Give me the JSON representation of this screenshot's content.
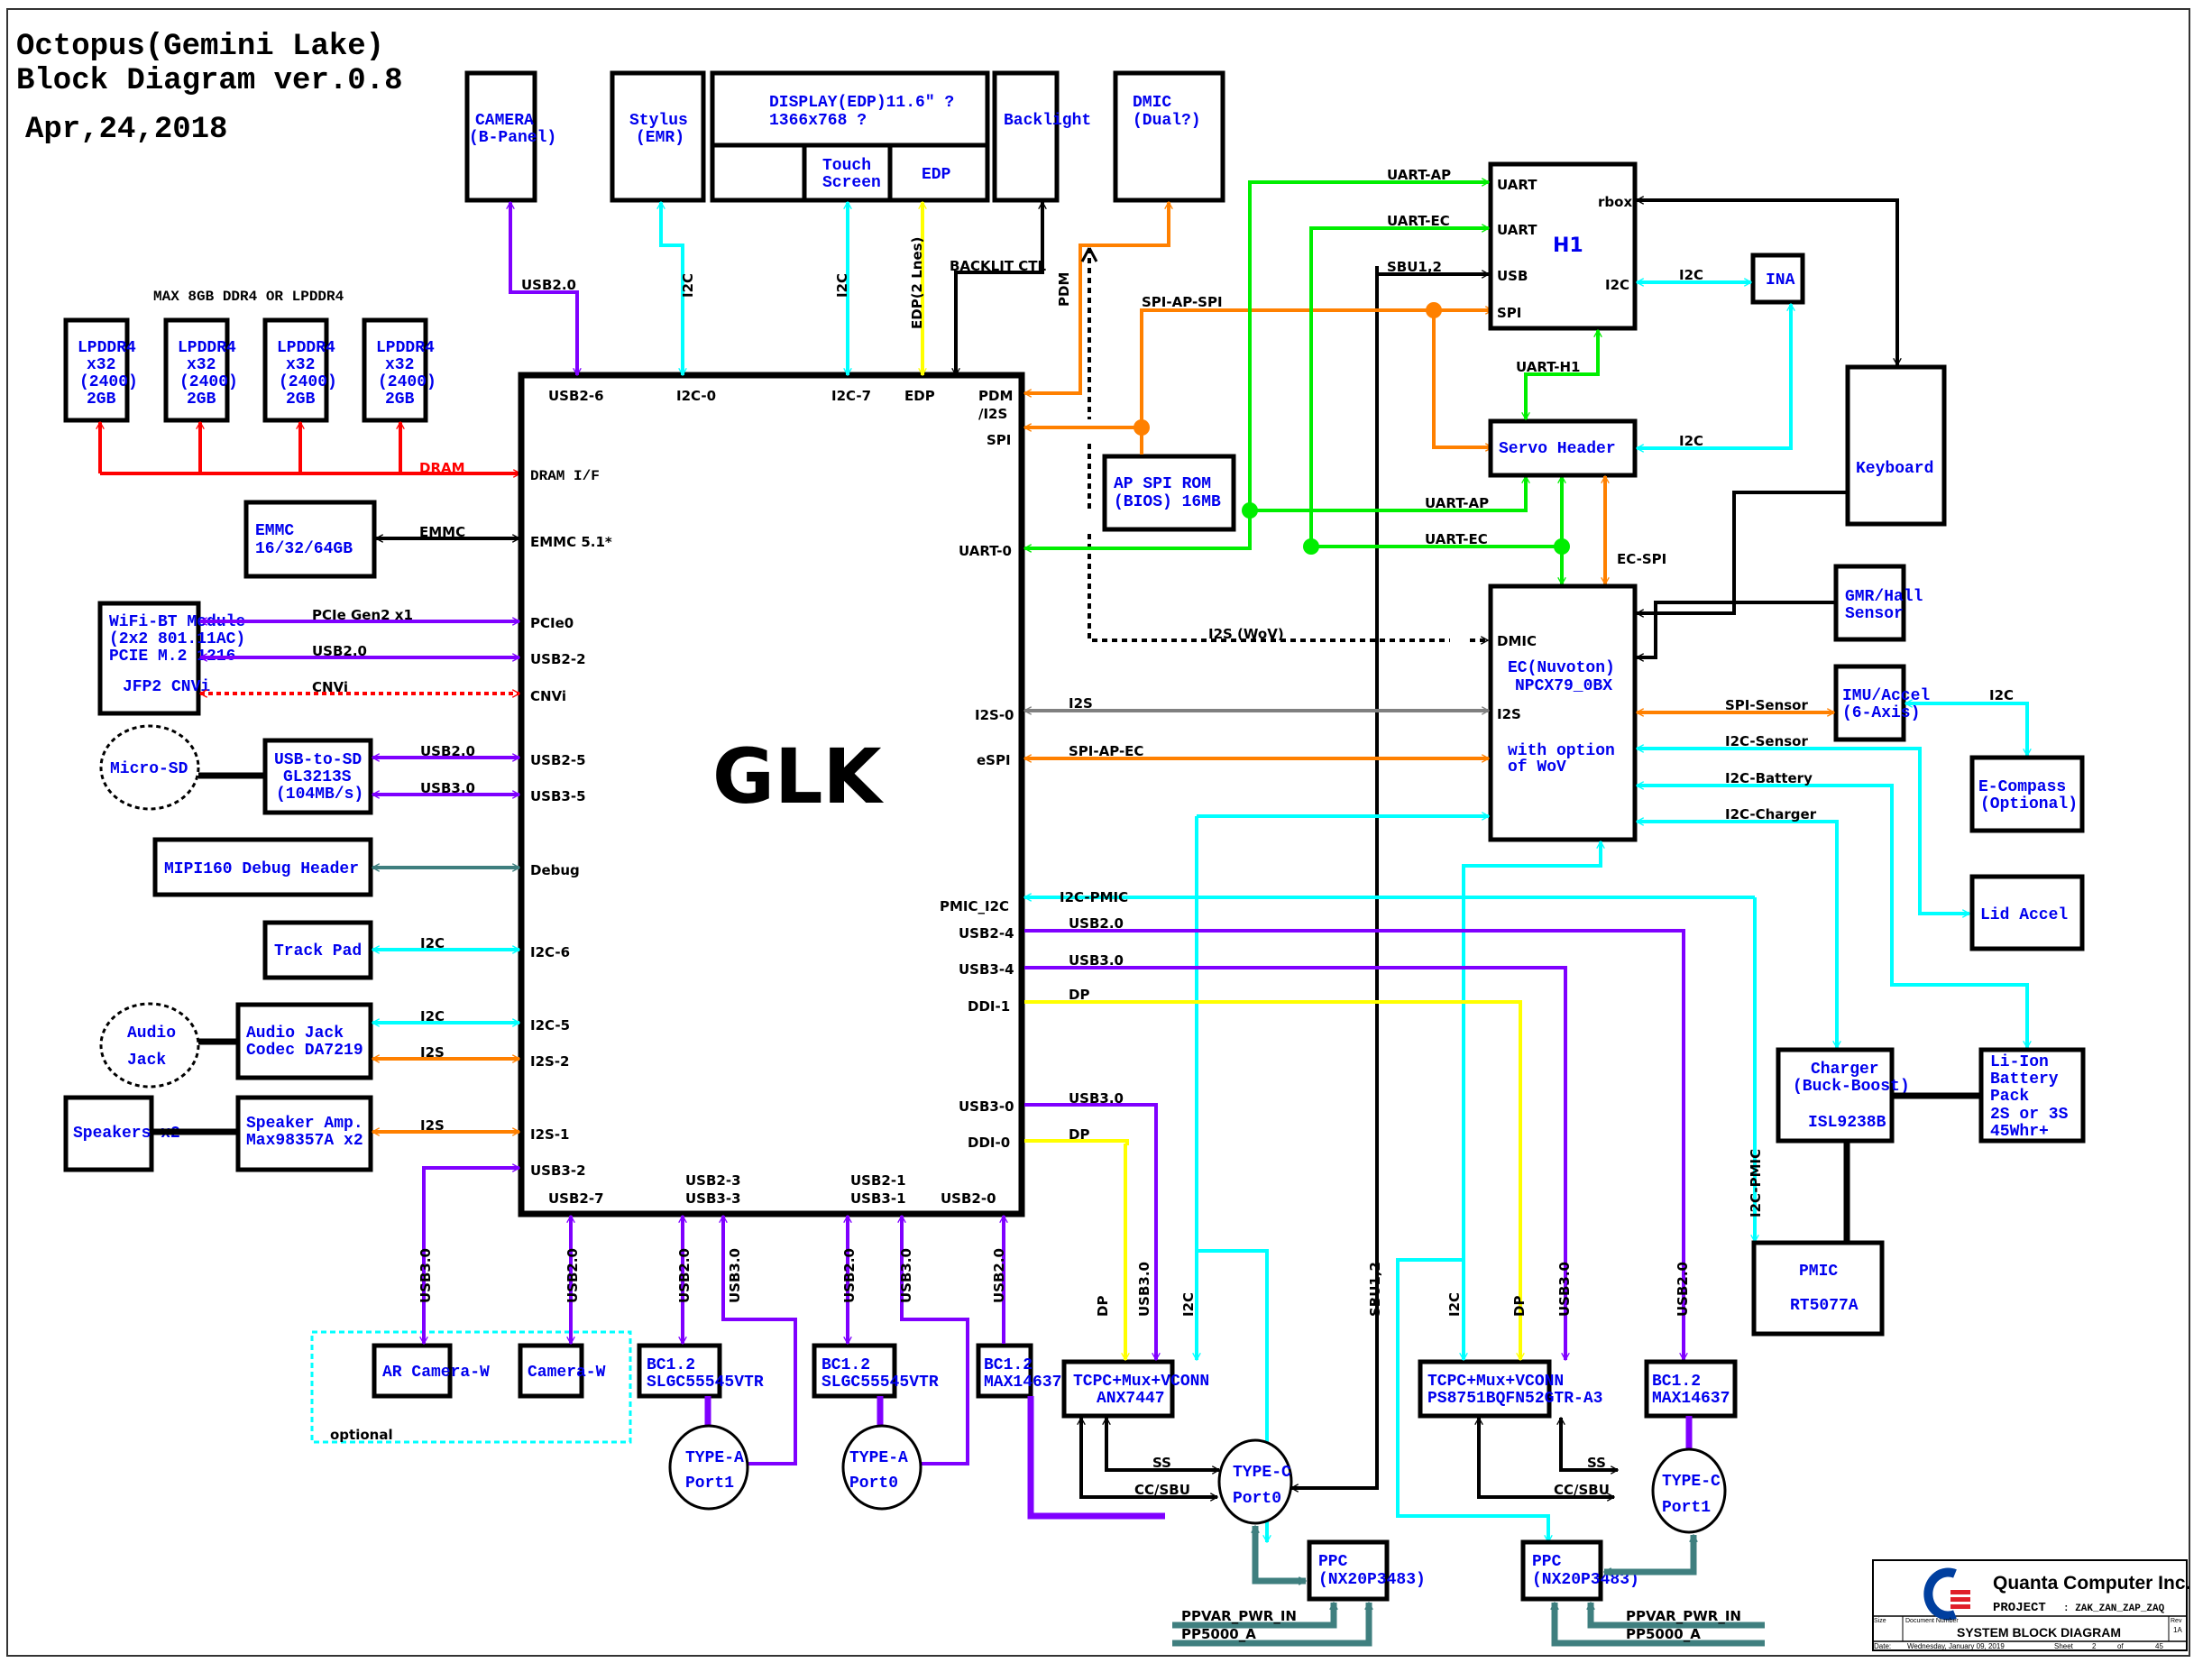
{
  "title": {
    "line1": "Octopus(Gemini Lake)",
    "line2": "Block Diagram ver.0.8",
    "date": "Apr,24,2018"
  },
  "memory": {
    "header": "MAX 8GB DDR4 OR LPDDR4",
    "chips": [
      {
        "l1": "LPDDR4",
        "l2": "x32",
        "l3": "(2400)",
        "l4": "2GB"
      },
      {
        "l1": "LPDDR4",
        "l2": "x32",
        "l3": "(2400)",
        "l4": "2GB"
      },
      {
        "l1": "LPDDR4",
        "l2": "x32",
        "l3": "(2400)",
        "l4": "2GB"
      },
      {
        "l1": "LPDDR4",
        "l2": "x32",
        "l3": "(2400)",
        "l4": "2GB"
      }
    ],
    "bus_label": "DRAM"
  },
  "soc": {
    "name": "GLK",
    "pins_top": [
      "USB2-6",
      "I2C-0",
      "I2C-7",
      "EDP",
      "PDM",
      "/I2S",
      "SPI"
    ],
    "pins_left": [
      "DRAM I/F",
      "EMMC 5.1*",
      "PCIe0",
      "USB2-2",
      "CNVi",
      "USB2-5",
      "USB3-5",
      "Debug",
      "I2C-6",
      "I2C-5",
      "I2S-2",
      "I2S-1",
      "USB3-2"
    ],
    "pins_right": [
      "UART-0",
      "I2S-0",
      "eSPI",
      "PMIC_I2C",
      "USB2-4",
      "USB3-4",
      "DDI-1",
      "USB3-0",
      "DDI-0"
    ],
    "pins_bottom": [
      "USB2-7",
      "USB2-3",
      "USB3-3",
      "USB2-1",
      "USB3-1",
      "USB2-0"
    ]
  },
  "top_blocks": {
    "camera": [
      "CAMERA",
      "(B-Panel)"
    ],
    "stylus": [
      "Stylus",
      "(EMR)"
    ],
    "display": [
      "DISPLAY(EDP)11.6\" ?",
      "1366x768 ?"
    ],
    "touch": [
      "Touch",
      "Screen"
    ],
    "edp": "EDP",
    "backlight": "Backlight",
    "dmic": [
      "DMIC",
      "(Dual?)"
    ]
  },
  "left_blocks": {
    "emmc": [
      "EMMC",
      "16/32/64GB"
    ],
    "wifi": [
      "WiFi-BT Module",
      "(2x2 801.11AC)",
      "PCIE M.2 1216",
      "JFP2 CNVi"
    ],
    "microsd": "Micro-SD",
    "usbsd": [
      "USB-to-SD",
      "GL3213S",
      "(104MB/s)"
    ],
    "mipi": "MIPI160 Debug Header",
    "trackpad": "Track Pad",
    "audiojack": [
      "Audio",
      "Jack"
    ],
    "codec": [
      "Audio Jack",
      "Codec DA7219"
    ],
    "speakers": "Speakers x2",
    "amp": [
      "Speaker Amp.",
      "Max98357A x2"
    ]
  },
  "right_blocks": {
    "h1": {
      "name": "H1",
      "pins": [
        "UART",
        "UART",
        "USB",
        "SPI",
        "rbox",
        "I2C"
      ]
    },
    "ina": "INA",
    "servo": "Servo Header",
    "keyboard": "Keyboard",
    "aprom": [
      "AP SPI ROM",
      "(BIOS) 16MB"
    ],
    "ec": {
      "pins": [
        "DMIC",
        "I2S"
      ],
      "l1": "EC(Nuvoton)",
      "l2": "NPCX79_0BX",
      "l3": "with option",
      "l4": "of WoV"
    },
    "gmr": [
      "GMR/Hall",
      "Sensor"
    ],
    "imu": [
      "IMU/Accel",
      "(6-Axis)"
    ],
    "ecompass": [
      "E-Compass",
      "(Optional)"
    ],
    "lidaccel": "Lid Accel",
    "charger": [
      "Charger",
      "(Buck-Boost)",
      "ISL9238B"
    ],
    "battery": [
      "Li-Ion",
      "Battery",
      "Pack",
      "2S or 3S",
      "45Whr+"
    ],
    "pmic": [
      "PMIC",
      "RT5077A"
    ]
  },
  "bottom_blocks": {
    "optional_label": "optional",
    "ar_camera": "AR Camera-W",
    "camera_w": "Camera-W",
    "bc12_a": [
      "BC1.2",
      "SLGC55545VTR"
    ],
    "bc12_b": [
      "BC1.2",
      "SLGC55545VTR"
    ],
    "bc12_c": [
      "BC1.2",
      "MAX14637"
    ],
    "tcpc0": [
      "TCPC+Mux+VCONN",
      "ANX7447"
    ],
    "tcpc1": [
      "TCPC+Mux+VCONN",
      "PS8751BQFN52GTR-A3"
    ],
    "bc12_d": [
      "BC1.2",
      "MAX14637"
    ],
    "typea1": [
      "TYPE-A",
      "Port1"
    ],
    "typea0": [
      "TYPE-A",
      "Port0"
    ],
    "typec0": [
      "TYPE-C",
      "Port0"
    ],
    "typec1": [
      "TYPE-C",
      "Port1"
    ],
    "ppc0": [
      "PPC",
      "(NX20P3483)"
    ],
    "ppc1": [
      "PPC",
      "(NX20P3483)"
    ],
    "pwr_in": "PPVAR_PWR_IN",
    "pp5000": "PP5000_A"
  },
  "signals": {
    "usb20": "USB2.0",
    "usb30": "USB3.0",
    "i2c": "I2C",
    "edp2": "EDP(2 Lnes)",
    "backlit": "BACKLIT CTL",
    "pdm": "PDM",
    "emmc": "EMMC",
    "pcie": "PCIe Gen2 x1",
    "cnvi": "CNVi",
    "i2s": "I2S",
    "uart_ap": "UART-AP",
    "uart_ec": "UART-EC",
    "sbu12": "SBU1,2",
    "spi_ap_spi": "SPI-AP-SPI",
    "uart_h1": "UART-H1",
    "ec_spi": "EC-SPI",
    "i2s_wov": "I2S (WoV)",
    "spi_ap_ec": "SPI-AP-EC",
    "spi_sensor": "SPI-Sensor",
    "i2c_sensor": "I2C-Sensor",
    "i2c_battery": "I2C-Battery",
    "i2c_charger": "I2C-Charger",
    "i2c_pmic": "I2C-PMIC",
    "dp": "DP",
    "ss": "SS",
    "ccsbu": "CC/SBU",
    "sbu12v": "SBU1,2"
  },
  "title_block": {
    "company": "Quanta Computer Inc.",
    "project_label": "PROJECT",
    "project": ": ZAK_ZAN_ZAP_ZAQ",
    "size_label": "Size",
    "docnum_label": "Document Number",
    "doc": "SYSTEM BLOCK DIAGRAM",
    "rev_label": "Rev",
    "rev": "1A",
    "date_label": "Date:",
    "date": "Wednesday, January 09, 2019",
    "sheet_label": "Sheet",
    "sheet": "2",
    "of_label": "of",
    "total": "45"
  },
  "colors": {
    "usb": "#7f00ff",
    "i2c": "#00ffff",
    "uart": "#00ee00",
    "spi": "#ff8000",
    "dram": "#ff0000",
    "dp": "#ffff00",
    "debug": "#3f7f7f",
    "i2s": "#808080",
    "text_block": "#0000ee"
  }
}
